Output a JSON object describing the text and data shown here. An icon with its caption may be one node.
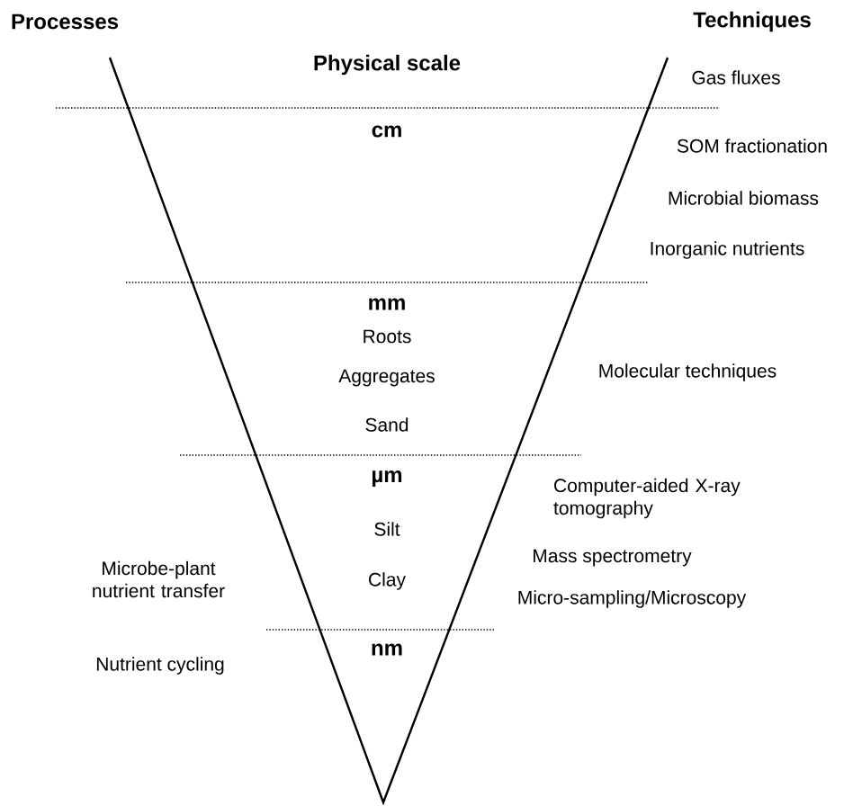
{
  "diagram": {
    "labels": [
      "Processes",
      "Techniques",
      "Physical scale",
      "Gas fluxes",
      "cm",
      "SOM fractionation",
      "Microbial biomass",
      "Inorganic nutrients",
      "mm",
      "Roots",
      "Molecular techniques",
      "Aggregates",
      "Sand",
      "µm",
      "Computer-aided X-ray tomography",
      "Silt",
      "Mass spectrometry",
      "Microbe-plant nutrient transfer",
      "Clay",
      "Micro-sampling/Microscopy",
      "nm",
      "Nutrient cycling"
    ]
  }
}
